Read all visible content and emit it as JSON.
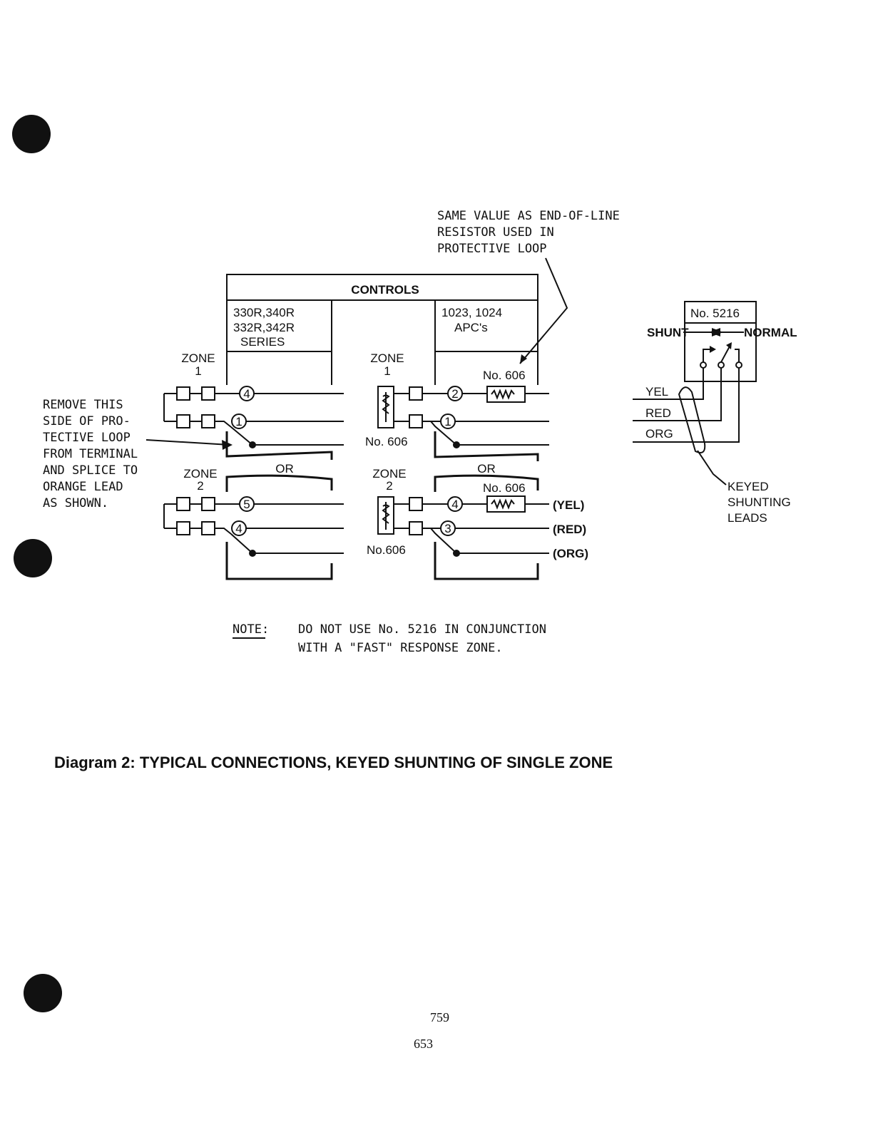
{
  "resistor_note": [
    "SAME VALUE AS END-OF-LINE",
    "RESISTOR USED IN",
    "PROTECTIVE LOOP"
  ],
  "controls_title": "CONTROLS",
  "left_series": [
    "330R,340R",
    "332R,342R",
    "SERIES"
  ],
  "right_series": [
    "1023, 1024",
    "APC's"
  ],
  "zone1_label": [
    "ZONE",
    "1"
  ],
  "zone2_label": [
    "ZONE",
    "2"
  ],
  "or_label": "OR",
  "eol_label": "No. 606",
  "eol_label_alt": "No.606",
  "remove_note": [
    "REMOVE THIS",
    "SIDE OF PRO-",
    "TECTIVE LOOP",
    "FROM TERMINAL",
    "AND SPLICE TO",
    "ORANGE LEAD",
    "AS SHOWN."
  ],
  "terminals": {
    "left_zone1": [
      "4",
      "1"
    ],
    "left_zone2": [
      "5",
      "4"
    ],
    "right_zone1": [
      "2",
      "1"
    ],
    "right_zone2": [
      "4",
      "3"
    ]
  },
  "lead_labels": [
    "(YEL)",
    "(RED)",
    "(ORG)"
  ],
  "shunt_device": {
    "model": "No. 5216",
    "shunt": "SHUNT",
    "normal": "NORMAL",
    "leads": [
      "YEL",
      "RED",
      "ORG"
    ],
    "keyed_note": [
      "KEYED",
      "SHUNTING",
      "LEADS"
    ]
  },
  "note": {
    "label": "NOTE:",
    "lines": [
      "DO NOT USE No. 5216 IN CONJUNCTION",
      "WITH A \"FAST\" RESPONSE ZONE."
    ]
  },
  "caption": "Diagram 2: TYPICAL CONNECTIONS, KEYED SHUNTING OF SINGLE ZONE",
  "page_numbers": [
    "759",
    "653"
  ]
}
